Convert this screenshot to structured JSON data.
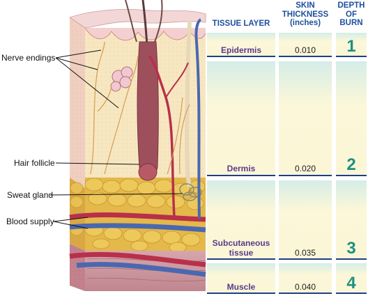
{
  "headers": {
    "layer": "TISSUE LAYER",
    "thickness_line1": "SKIN",
    "thickness_line2": "THICKNESS",
    "thickness_line3": "(inches)",
    "depth_line1": "DEPTH",
    "depth_line2": "OF",
    "depth_line3": "BURN"
  },
  "rows": [
    {
      "layer": "Epidermis",
      "thickness": "0.010",
      "depth": "1"
    },
    {
      "layer": "Dermis",
      "thickness": "0.020",
      "depth": "2"
    },
    {
      "layer_line1": "Subcutaneous",
      "layer_line2": "tissue",
      "thickness": "0.035",
      "depth": "3"
    },
    {
      "layer": "Muscle",
      "thickness": "0.040",
      "depth": "4"
    }
  ],
  "labels": {
    "nerve": "Nerve endings",
    "hair": "Hair follicle",
    "sweat": "Sweat gland",
    "blood": "Blood supply"
  },
  "colors": {
    "header_blue": "#1d4f9c",
    "layer_purple": "#5b3a8c",
    "depth_teal": "#1e9081",
    "fat_yellow": "#e8c04a",
    "artery_red": "#b8304a",
    "vein_blue": "#4a68b0"
  }
}
